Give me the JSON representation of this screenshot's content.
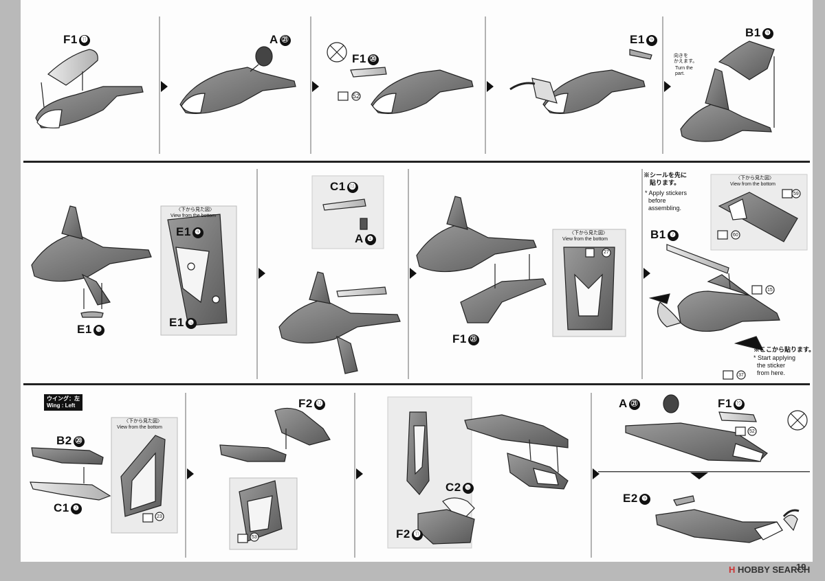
{
  "rows": {
    "row1": {
      "s1": {
        "part": "F1",
        "num": "⓫"
      },
      "s2": {
        "part": "A",
        "num": "㉑"
      },
      "s3": {
        "part": "F1",
        "num": "⑳",
        "sticker": "52"
      },
      "s4": {
        "part": "E1",
        "num": "❾"
      },
      "s5": {
        "part": "B1",
        "num": "❾",
        "note_jp": "向きを\nかえます。",
        "note_en": "Turn the\npart."
      }
    },
    "row2": {
      "s1": {
        "view_jp": "〈下から見た図〉",
        "view_en": "View from the bottom",
        "part_a": "E1",
        "num_a": "❾",
        "part_b": "E1",
        "num_b": "❿",
        "part_c": "E1",
        "num_c": "❿"
      },
      "s2": {
        "part_a": "C1",
        "num_a": "⓲",
        "part_b": "A",
        "num_b": "❹"
      },
      "s3": {
        "part": "F1",
        "num": "㉑",
        "view_jp": "〈下から見た図〉",
        "view_en": "View from the bottom",
        "sticker": "27"
      },
      "s4": {
        "note_jp": "※シールを先に\n　貼ります。",
        "note_en": "* Apply stickers\n  before\n  assembling.",
        "view_jp": "〈下から見た図〉",
        "view_en": "View from the bottom",
        "sticker_a": "59",
        "sticker_b": "60",
        "part": "B1",
        "num": "❼",
        "sticker_c": "15",
        "note2_jp": "※ここから貼ります。",
        "note2_en": "* Start applying\n  the sticker\n  from here.",
        "sticker_d": "37"
      }
    },
    "row3": {
      "wing_label_jp": "ウイング：左",
      "wing_label_en": "Wing : Left",
      "s1": {
        "part_a": "B2",
        "num_a": "⑳",
        "part_b": "C1",
        "num_b": "❷",
        "view_jp": "〈下から見た図〉",
        "view_en": "View from the bottom",
        "sticker": "23"
      },
      "s2": {
        "part": "F2",
        "num": "⓬",
        "sticker": "53"
      },
      "s3": {
        "part_a": "C2",
        "num_a": "❿",
        "part_b": "F2",
        "num_b": "⓫"
      },
      "s4": {
        "part_a": "A",
        "num_a": "㉑",
        "part_b": "F1",
        "num_b": "⓳",
        "sticker": "52",
        "part_c": "E2",
        "num_c": "❾"
      }
    }
  },
  "watermark": {
    "brand": "HOBBY SEARCH",
    "mark": "H"
  },
  "page_number": "19"
}
